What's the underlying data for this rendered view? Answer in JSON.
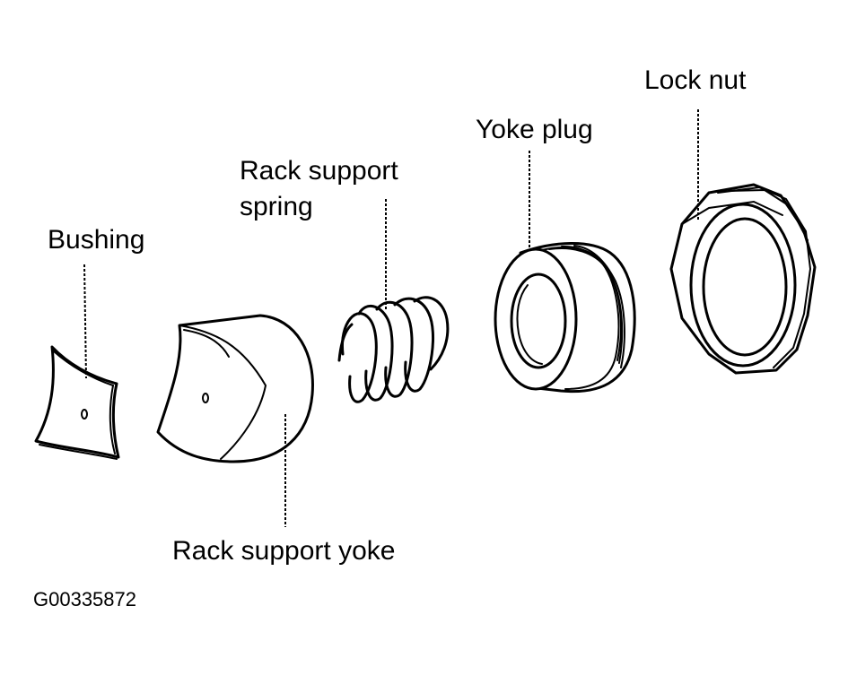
{
  "labels": {
    "bushing": "Bushing",
    "rack_support_yoke": "Rack support yoke",
    "rack_support_spring_line1": "Rack support",
    "rack_support_spring_line2": "spring",
    "yoke_plug": "Yoke plug",
    "lock_nut": "Lock nut"
  },
  "figure_code": "G00335872",
  "colors": {
    "line": "#000000",
    "background": "#ffffff"
  }
}
